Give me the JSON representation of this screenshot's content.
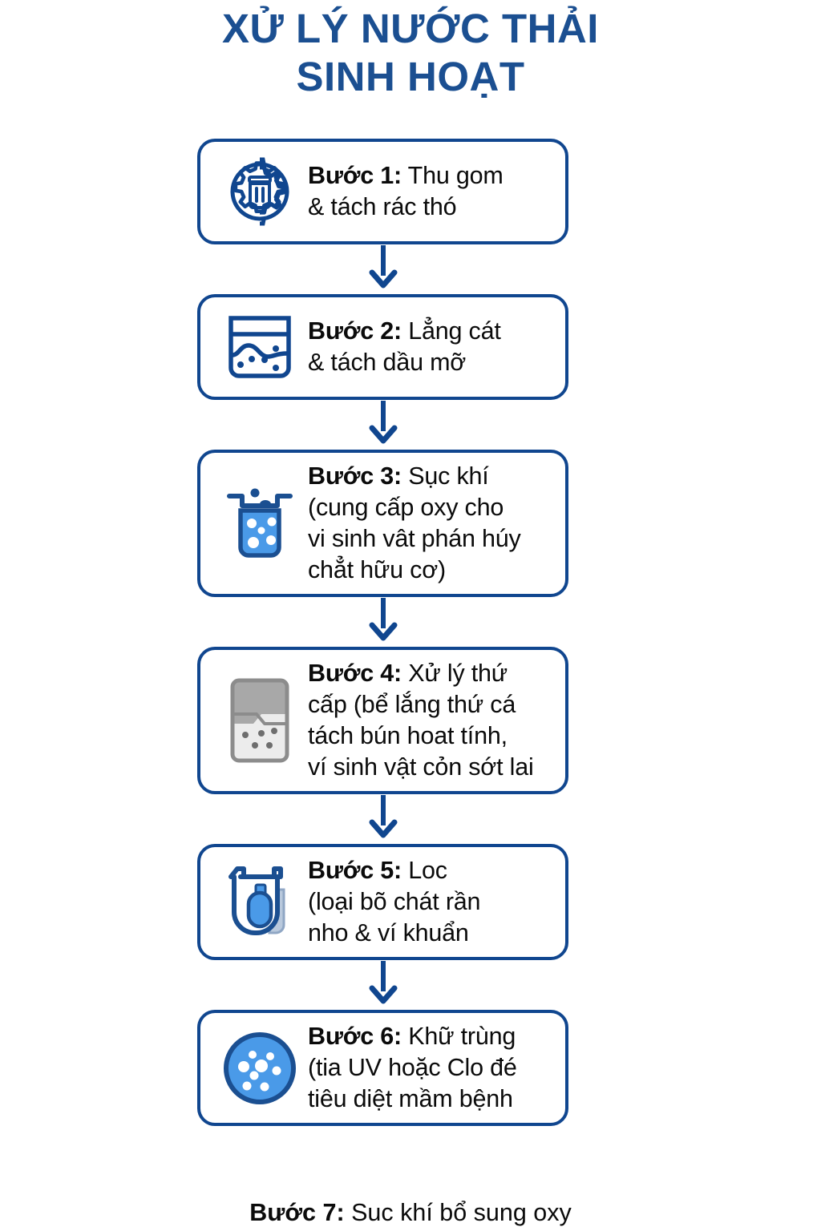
{
  "title": {
    "line1": "XỬ LÝ NƯỚC THẢI",
    "line2": "SINH HOẠT"
  },
  "colors": {
    "title_blue": "#1b4f91",
    "box_border": "#10468f",
    "icon_outline": "#10468f",
    "icon_fill_blue": "#4a9ae8",
    "icon_fill_grey": "#a8a8a8",
    "icon_fill_light_grey": "#ececec",
    "text_black": "#0b0b0b",
    "background": "#ffffff"
  },
  "steps": [
    {
      "id": "step-1",
      "icon": "gear-trash-icon",
      "label_bold": "Bước 1:",
      "lines": [
        "Thu gom",
        "& tách rác thó"
      ],
      "line1_rest": " Thu gom",
      "line2": "& tách rác thó"
    },
    {
      "id": "step-2",
      "icon": "sedimentation-tank-icon",
      "label_bold": "Bước 2:",
      "lines": [
        "Lẳng cát",
        "& tách dầu mỡ"
      ],
      "line1_rest": " Lẳng cát",
      "line2": "& tách dầu mỡ"
    },
    {
      "id": "step-3",
      "icon": "aeration-tank-icon",
      "label_bold": "Bước 3:",
      "lines": [
        "Sục khí",
        "(cung cấp oxy cho",
        "vi sinh vât phán húy",
        "chẳt hữu cơ)"
      ],
      "line1_rest": " Sục khí",
      "line2": "(cung cấp oxy cho",
      "line3": "vi sinh vât phán húy",
      "line4": "chẳt hữu cơ)"
    },
    {
      "id": "step-4",
      "icon": "secondary-clarifier-icon",
      "label_bold": "Bước 4:",
      "lines": [
        "Xử lý thứ",
        "cấp (bể lắng thứ cá",
        "tách bún hoat tính,",
        "ví sinh vật cỏn sớt lai"
      ],
      "line1_rest": " Xử lý thứ",
      "line2": "cấp (bể lắng thứ cá",
      "line3": "tách bún hoat tính,",
      "line4": "ví sinh vật cỏn sớt lai"
    },
    {
      "id": "step-5",
      "icon": "filter-icon",
      "label_bold": "Bước 5:",
      "lines": [
        "Loc",
        "(loại bõ chát rần",
        "nho & ví khuẩn"
      ],
      "line1_rest": " Loc",
      "line2": "(loại bõ chát rần",
      "line3": "nho & ví khuẩn"
    },
    {
      "id": "step-6",
      "icon": "disinfection-icon",
      "label_bold": "Bước 6:",
      "lines": [
        "Khữ trùng",
        "(tia UV hoặc Clo đé",
        "tiêu diệt mầm bệnh"
      ],
      "line1_rest": " Khữ trùng",
      "line2": "(tia UV hoặc Clo đé",
      "line3": "tiêu diệt mầm bệnh"
    }
  ],
  "step7": {
    "id": "step-7",
    "label_bold": "Bước 7:",
    "rest": " Suc khí bổ sung oxy"
  },
  "connector": {
    "icon": "arrow-down-icon",
    "count": 5
  }
}
